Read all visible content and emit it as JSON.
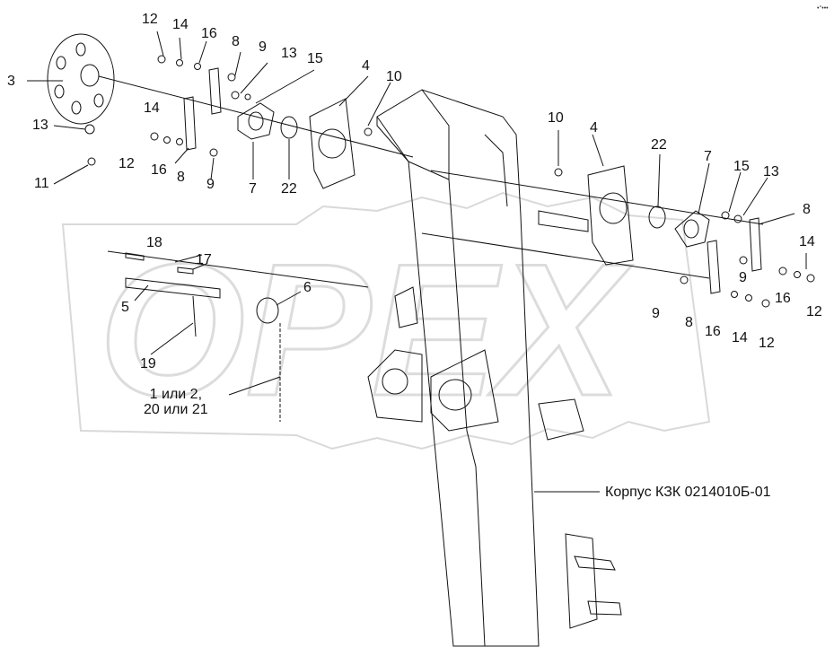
{
  "watermark": {
    "text": "OPEX",
    "color": "#e6e6e6"
  },
  "housing_label": "Корпус КЗК 0214010Б-01",
  "caption_line1": "1 или 2,",
  "caption_line2": "20 или 21",
  "corner_mark": "•°•••",
  "callouts": [
    "12",
    "14",
    "16",
    "8",
    "9",
    "13",
    "15",
    "3",
    "13",
    "14",
    "12",
    "16",
    "8",
    "9",
    "7",
    "22",
    "11",
    "4",
    "10",
    "10",
    "4",
    "22",
    "7",
    "15",
    "13",
    "8",
    "14",
    "18",
    "17",
    "5",
    "6",
    "19",
    "9",
    "8",
    "16",
    "14",
    "12",
    "16",
    "12",
    "9"
  ],
  "line_color": "#111111"
}
